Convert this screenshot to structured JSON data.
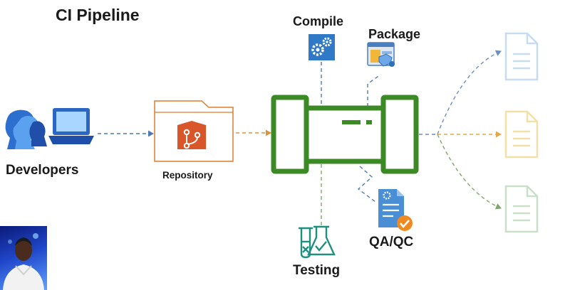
{
  "title": "CI Pipeline",
  "nodes": {
    "developers": {
      "label": "Developers",
      "icon": "developers-icon"
    },
    "repository": {
      "label": "Repository",
      "icon": "git-repository-icon"
    },
    "compile": {
      "label": "Compile",
      "icon": "gears-icon"
    },
    "package": {
      "label": "Package",
      "icon": "package-icon"
    },
    "qa": {
      "label": "QA/QC",
      "icon": "qa-document-check-icon"
    },
    "testing": {
      "label": "Testing",
      "icon": "lab-flask-icon"
    },
    "pipeline": {
      "icon": "pipeline-icon"
    },
    "artifacts": [
      {
        "icon": "document-icon",
        "color": "#c7dcf0"
      },
      {
        "icon": "document-icon",
        "color": "#f3dfa8"
      },
      {
        "icon": "document-icon",
        "color": "#c8e0c8"
      }
    ]
  },
  "colors": {
    "pipeline": "#3c8a26",
    "repository_accent": "#e07b2a",
    "blue_arrow": "#4f79b0",
    "orange_arrow": "#e0913a",
    "green_arrow": "#7fa76b",
    "compile_icon": "#2f79c6"
  },
  "presenter_avatar": {
    "icon": "presenter-photo"
  }
}
